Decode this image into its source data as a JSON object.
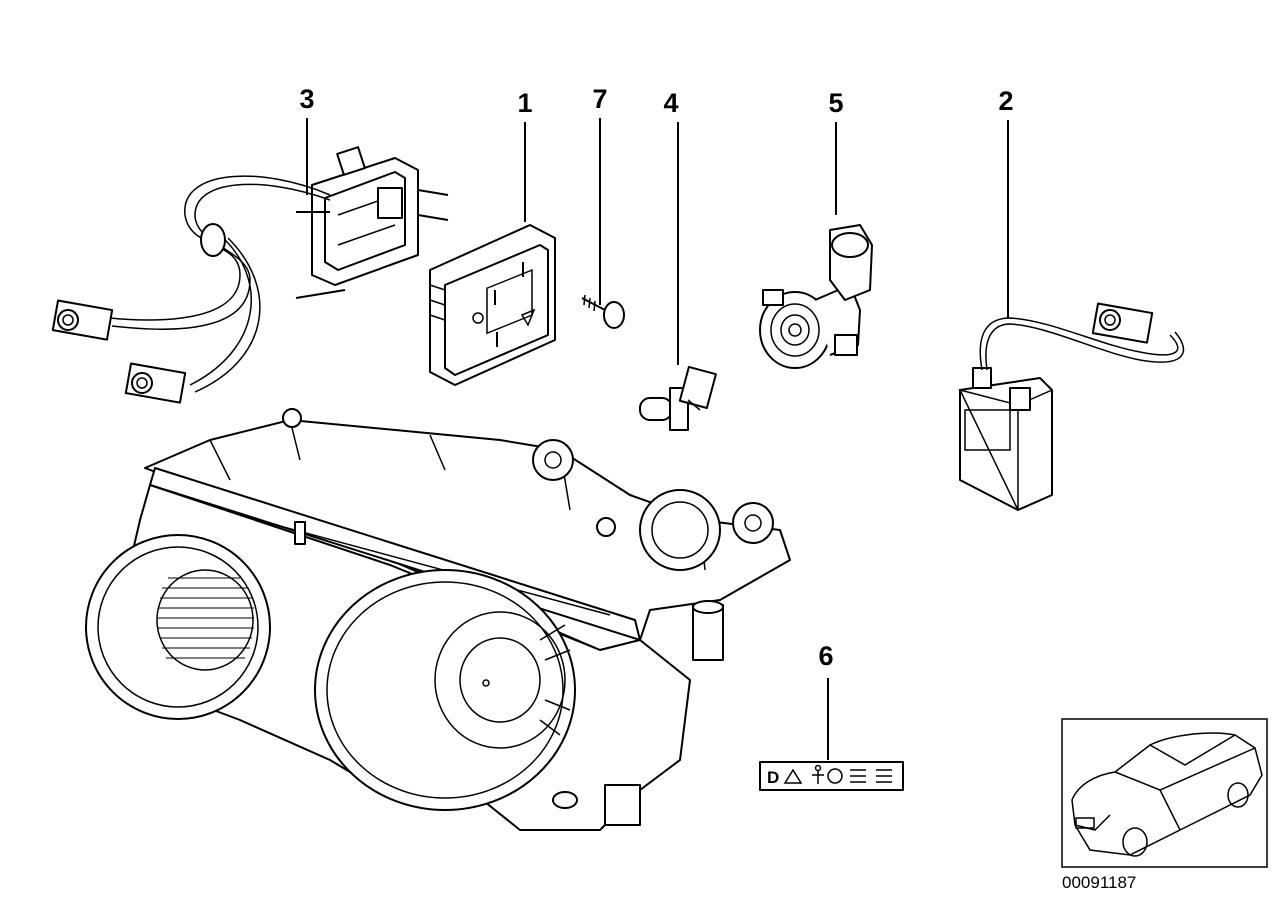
{
  "callouts": [
    {
      "id": "1",
      "label": "1"
    },
    {
      "id": "2",
      "label": "2"
    },
    {
      "id": "3",
      "label": "3"
    },
    {
      "id": "4",
      "label": "4"
    },
    {
      "id": "5",
      "label": "5"
    },
    {
      "id": "6",
      "label": "6"
    },
    {
      "id": "7",
      "label": "7"
    }
  ],
  "warning_label": {
    "letter": "D"
  },
  "reference_code": "00091187"
}
